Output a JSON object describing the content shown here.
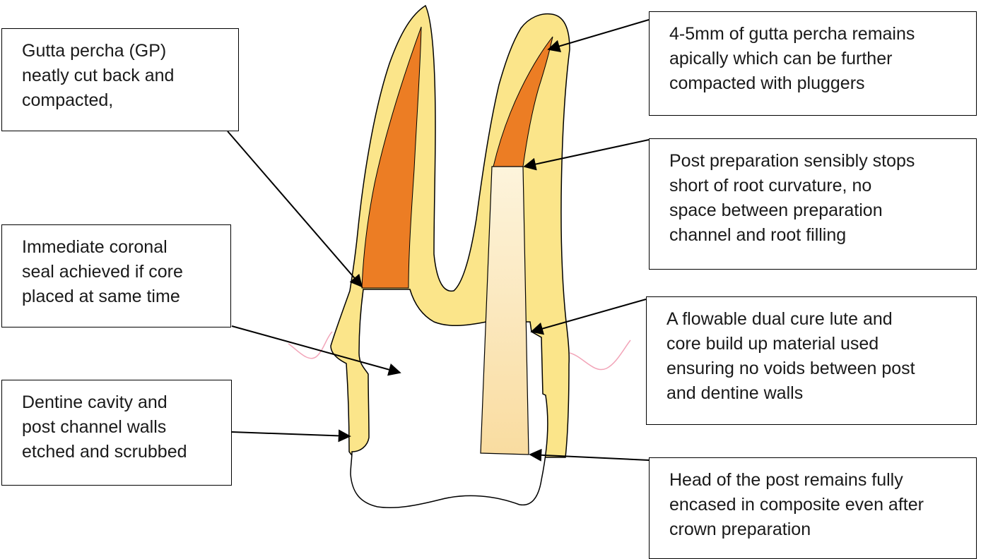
{
  "colors": {
    "dentine": "#fbe58a",
    "gutta_percha": "#ec7d24",
    "post_light": "#fdf4dc",
    "post_dark": "#f9dca0",
    "gingiva": "#f2a4b8",
    "outline": "#000000"
  },
  "labels": {
    "gp": {
      "lines": [
        "Gutta percha (GP)",
        "neatly cut back and",
        "compacted,"
      ]
    },
    "seal": {
      "lines": [
        "Immediate coronal",
        "seal achieved if core",
        "placed at same time"
      ]
    },
    "dentine": {
      "lines": [
        "Dentine cavity and",
        "post channel walls",
        "etched and scrubbed"
      ]
    },
    "apical": {
      "lines": [
        "4-5mm of gutta percha remains",
        "apically which can be further",
        "compacted with pluggers"
      ]
    },
    "postprep": {
      "lines": [
        "Post preparation sensibly stops",
        "short of root curvature, no",
        "space between preparation",
        "channel and root filling"
      ]
    },
    "lute": {
      "lines": [
        "A flowable dual cure lute and",
        "core build up material used",
        "ensuring no voids between post",
        "and dentine walls"
      ]
    },
    "head": {
      "lines": [
        "Head of the post remains fully",
        "encased in composite even after",
        "crown preparation"
      ]
    }
  }
}
